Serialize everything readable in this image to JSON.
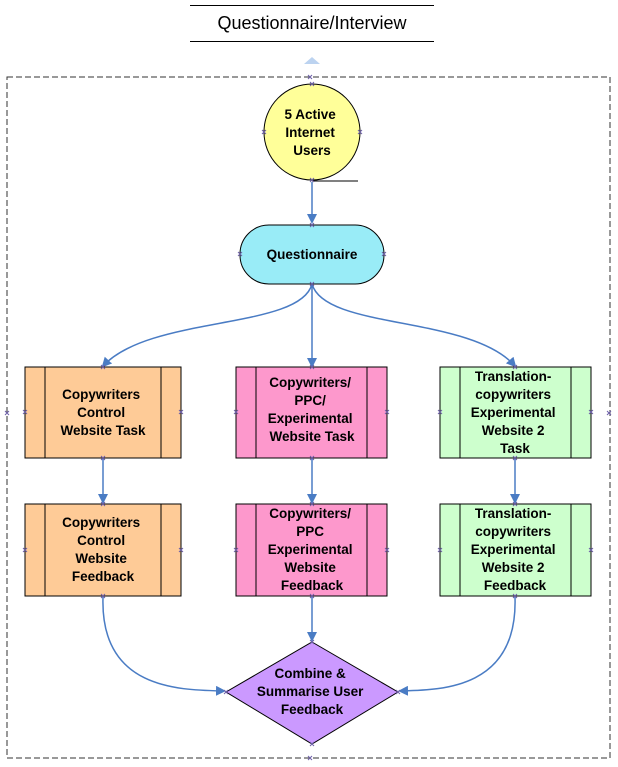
{
  "title": "Questionnaire/Interview",
  "colors": {
    "users": "#ffff99",
    "questionnaire": "#99ecf7",
    "control": "#fecb97",
    "experimental": "#fd98cc",
    "translation": "#cdffcd",
    "combine": "#cb99ff",
    "arrow": "#4a7cc4"
  },
  "nodes": {
    "users": {
      "lines": [
        "5 Active",
        "Internet",
        "Users"
      ]
    },
    "questionnaire": {
      "lines": [
        "Questionnaire"
      ]
    },
    "control_task": {
      "lines": [
        "Copywriters",
        "Control",
        "Website Task"
      ]
    },
    "experimental_task": {
      "lines": [
        "Copywriters/",
        "PPC/",
        "Experimental",
        "Website Task"
      ]
    },
    "translation_task": {
      "lines": [
        "Translation-",
        "copywriters",
        "Experimental",
        "Website 2",
        "Task"
      ]
    },
    "control_feedback": {
      "lines": [
        "Copywriters",
        "Control",
        "Website",
        "Feedback"
      ]
    },
    "experimental_feedback": {
      "lines": [
        "Copywriters/",
        "PPC",
        "Experimental",
        "Website",
        "Feedback"
      ]
    },
    "translation_feedback": {
      "lines": [
        "Translation-",
        "copywriters",
        "Experimental",
        "Website 2",
        "Feedback"
      ]
    },
    "combine": {
      "lines": [
        "Combine &",
        "Summarise User",
        "Feedback"
      ]
    }
  }
}
